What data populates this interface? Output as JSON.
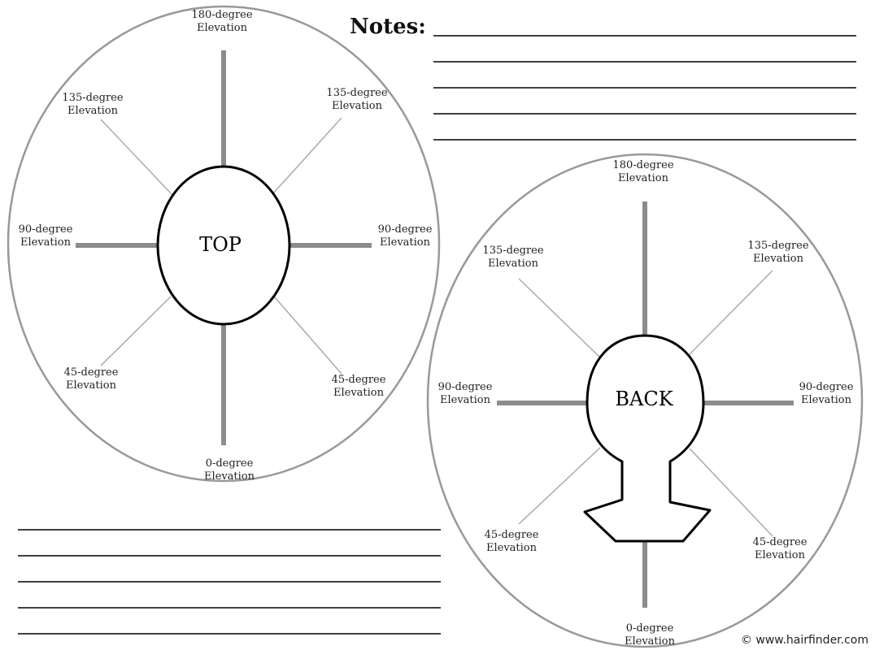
{
  "notes": {
    "title": "Notes:"
  },
  "top_diagram": {
    "center": "TOP",
    "labels": {
      "deg180": [
        "180-degree",
        "Elevation"
      ],
      "deg135_left": [
        "135-degree",
        "Elevation"
      ],
      "deg135_right": [
        "135-degree",
        "Elevation"
      ],
      "deg90_left": [
        "90-degree",
        "Elevation"
      ],
      "deg90_right": [
        "90-degree",
        "Elevation"
      ],
      "deg45_left": [
        "45-degree",
        "Elevation"
      ],
      "deg45_right": [
        "45-degree",
        "Elevation"
      ],
      "deg0": [
        "0-degree",
        "Elevation"
      ]
    }
  },
  "back_diagram": {
    "center": "BACK",
    "labels": {
      "deg180": [
        "180-degree",
        "Elevation"
      ],
      "deg135_left": [
        "135-degree",
        "Elevation"
      ],
      "deg135_right": [
        "135-degree",
        "Elevation"
      ],
      "deg90_left": [
        "90-degree",
        "Elevation"
      ],
      "deg90_right": [
        "90-degree",
        "Elevation"
      ],
      "deg45_left": [
        "45-degree",
        "Elevation"
      ],
      "deg45_right": [
        "45-degree",
        "Elevation"
      ],
      "deg0": [
        "0-degree",
        "Elevation"
      ]
    }
  },
  "copyright": "© www.hairfinder.com",
  "colors": {
    "outline": "#999999",
    "thick_line": "#8c8c8c",
    "thin_line": "#a8a8a8",
    "head": "#000000"
  }
}
